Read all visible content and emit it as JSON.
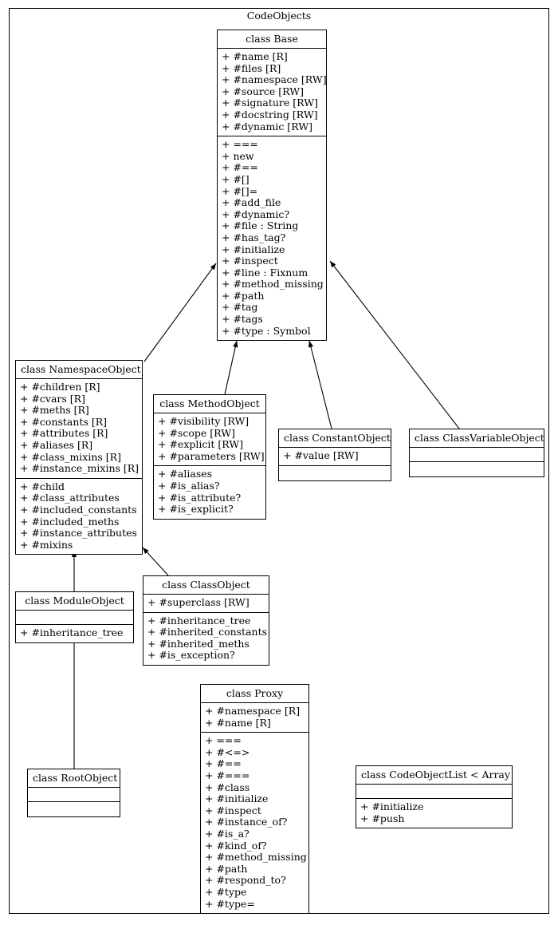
{
  "diagram": {
    "cluster_title": "CodeObjects",
    "stroke_color": "#000000",
    "fill_color": "#ffffff",
    "background": "#ffffff"
  },
  "classes": {
    "base": {
      "title": "class Base",
      "attributes": [
        "+ #name [R]",
        "+ #files [R]",
        "+ #namespace [RW]",
        "+ #source [RW]",
        "+ #signature [RW]",
        "+ #docstring [RW]",
        "+ #dynamic [RW]"
      ],
      "methods": [
        "+ ===",
        "+ new",
        "+ #==",
        "+ #[]",
        "+ #[]=",
        "+ #add_file",
        "+ #dynamic?",
        "+ #file : String",
        "+ #has_tag?",
        "+ #initialize",
        "+ #inspect",
        "+ #line : Fixnum",
        "+ #method_missing",
        "+ #path",
        "+ #tag",
        "+ #tags",
        "+ #type : Symbol"
      ]
    },
    "namespace_object": {
      "title": "class NamespaceObject",
      "attributes": [
        "+ #children [R]",
        "+ #cvars [R]",
        "+ #meths [R]",
        "+ #constants [R]",
        "+ #attributes [R]",
        "+ #aliases [R]",
        "+ #class_mixins [R]",
        "+ #instance_mixins [R]"
      ],
      "methods": [
        "+ #child",
        "+ #class_attributes",
        "+ #included_constants",
        "+ #included_meths",
        "+ #instance_attributes",
        "+ #mixins"
      ]
    },
    "method_object": {
      "title": "class MethodObject",
      "attributes": [
        "+ #visibility [RW]",
        "+ #scope [RW]",
        "+ #explicit [RW]",
        "+ #parameters [RW]"
      ],
      "methods": [
        "+ #aliases",
        "+ #is_alias?",
        "+ #is_attribute?",
        "+ #is_explicit?"
      ]
    },
    "constant_object": {
      "title": "class ConstantObject",
      "attributes": [
        "+ #value [RW]"
      ],
      "methods": []
    },
    "class_variable_object": {
      "title": "class ClassVariableObject",
      "attributes": [],
      "methods": []
    },
    "class_object": {
      "title": "class ClassObject",
      "attributes": [
        "+ #superclass [RW]"
      ],
      "methods": [
        "+ #inheritance_tree",
        "+ #inherited_constants",
        "+ #inherited_meths",
        "+ #is_exception?"
      ]
    },
    "module_object": {
      "title": "class ModuleObject",
      "attributes": [],
      "methods": [
        "+ #inheritance_tree"
      ]
    },
    "root_object": {
      "title": "class RootObject",
      "attributes": [],
      "methods": []
    },
    "proxy": {
      "title": "class Proxy",
      "attributes": [
        "+ #namespace [R]",
        "+ #name [R]"
      ],
      "methods": [
        "+ ===",
        "+ #<=>",
        "+ #==",
        "+ #===",
        "+ #class",
        "+ #initialize",
        "+ #inspect",
        "+ #instance_of?",
        "+ #is_a?",
        "+ #kind_of?",
        "+ #method_missing",
        "+ #path",
        "+ #respond_to?",
        "+ #type",
        "+ #type="
      ]
    },
    "code_object_list": {
      "title": "class CodeObjectList < Array",
      "attributes": [],
      "methods": [
        "+ #initialize",
        "+ #push"
      ]
    }
  },
  "relations": [
    {
      "from": "namespace_object",
      "to": "base",
      "kind": "inheritance"
    },
    {
      "from": "method_object",
      "to": "base",
      "kind": "inheritance"
    },
    {
      "from": "constant_object",
      "to": "base",
      "kind": "inheritance"
    },
    {
      "from": "class_variable_object",
      "to": "base",
      "kind": "inheritance"
    },
    {
      "from": "class_object",
      "to": "namespace_object",
      "kind": "inheritance"
    },
    {
      "from": "module_object",
      "to": "namespace_object",
      "kind": "inheritance"
    },
    {
      "from": "root_object",
      "to": "module_object",
      "kind": "inheritance"
    }
  ]
}
